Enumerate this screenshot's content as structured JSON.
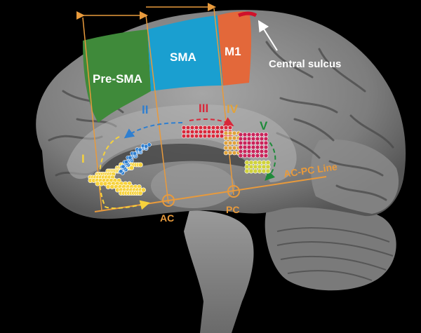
{
  "regions": {
    "pre_sma": "Pre-SMA",
    "sma": "SMA",
    "m1": "M1"
  },
  "landmarks": {
    "central_sulcus": "Central sulcus",
    "ac": "AC",
    "pc": "PC",
    "ac_pc_line": "AC-PC Line"
  },
  "zones": {
    "zone1": "I",
    "zone2": "II",
    "zone3": "III",
    "zone4": "IV",
    "zone5": "V"
  },
  "colors": {
    "background": "#000000",
    "brain": "#8a8a8a",
    "pre_sma": "#3f8a3a",
    "sma": "#1a9fd0",
    "m1": "#e3683a",
    "orange_lines": "#e89a3c",
    "zone1": "#f6d23c",
    "zone2": "#2f7fd0",
    "zone3": "#d8283a",
    "zone4": "#e0a23a",
    "zone5": "#1f8a3a"
  }
}
